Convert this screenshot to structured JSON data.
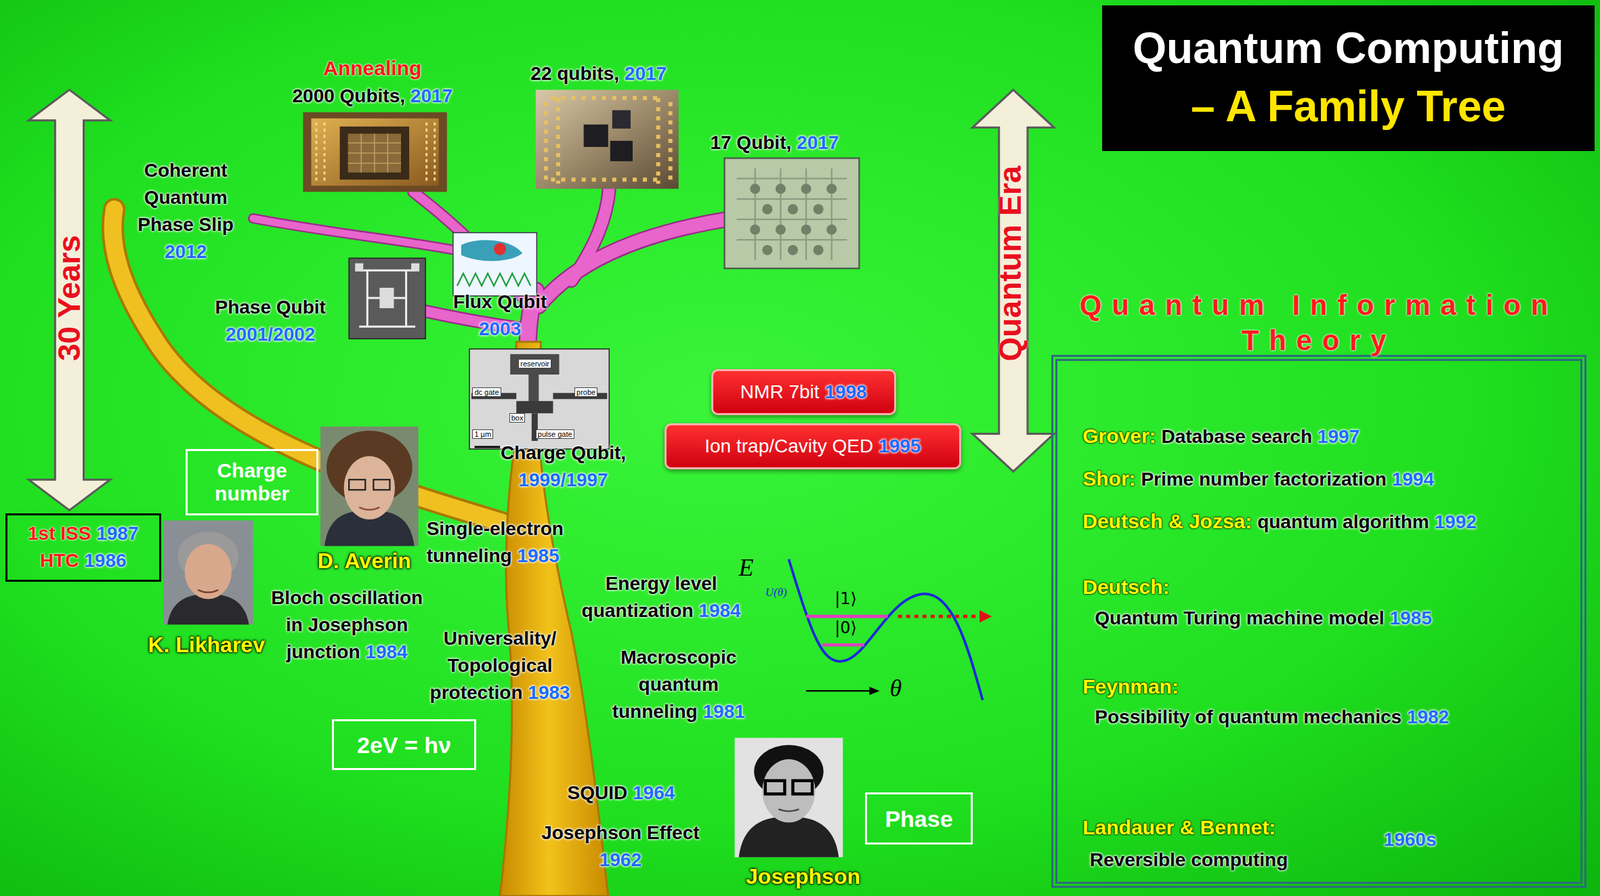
{
  "diagram": {
    "title": "Quantum Computing – A Family Tree",
    "nodes": [
      {
        "text": [
          "Charge number"
        ]
      },
      {
        "text": [
          "1st ISS",
          "1987",
          "HTC",
          "1986"
        ]
      },
      {
        "text": [
          "2eV = hν"
        ]
      },
      {
        "text": [
          "Phase"
        ]
      },
      {
        "text": [
          "NMR 7bit",
          "1998"
        ]
      },
      {
        "text": [
          "Ion trap/Cavity QED",
          "1995"
        ]
      },
      {
        "text": [
          "Quantum Information Theory",
          "Grover:",
          "Database search",
          "1997",
          "Shor:",
          "Prime number factorization",
          "1994",
          "Deutsch & Jozsa:",
          "quantum algorithm",
          "1992",
          "Deutsch:",
          "Quantum Turing machine model",
          "1985",
          "Feynman:",
          "Possibility of quantum mechanics",
          "1982",
          "Landauer & Bennet:",
          "1960s",
          "Reversible computing"
        ]
      }
    ],
    "labels": [
      "Annealing",
      "2000 Qubits,",
      "2017",
      "22 qubits,",
      "2017",
      "17 Qubit,",
      "2017",
      "30 Years",
      "Quantum Era",
      "Coherent Quantum Phase Slip",
      "2012",
      "Phase Qubit",
      "2001/2002",
      "Flux Qubit",
      "2003",
      "reservoir",
      "dc gate",
      "probe",
      "box",
      "1 µm",
      "pulse gate",
      "Charge Qubit,",
      "1999/1997",
      "D. Averin",
      "Single-electron tunneling",
      "1985",
      "Bloch oscillation in Josephson junction",
      "1984",
      "K. Likharev",
      "Energy level quantization",
      "1984",
      "E",
      "U(θ)",
      "|1⟩",
      "|0⟩",
      "θ",
      "Universality/ Topological protection",
      "1983",
      "Macroscopic quantum tunneling",
      "1981",
      "SQUID",
      "1964",
      "Josephson Effect",
      "1962",
      "Josephson"
    ]
  }
}
